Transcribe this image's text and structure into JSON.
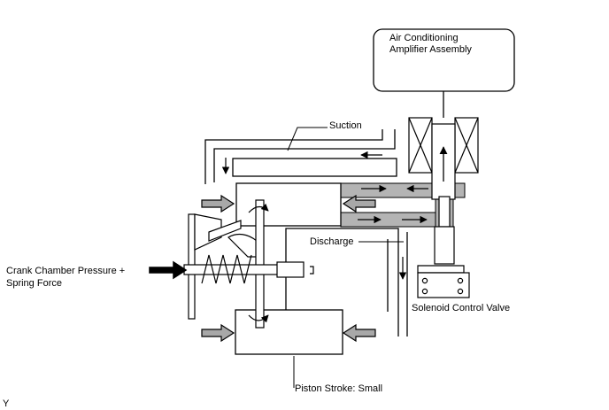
{
  "labels": {
    "amplifier_line1": "Air Conditioning",
    "amplifier_line2": "Amplifier Assembly",
    "suction": "Suction",
    "discharge": "Discharge",
    "crank_line1": "Crank Chamber Pressure +",
    "crank_line2": "Spring Force",
    "solenoid": "Solenoid Control Valve",
    "piston_stroke": "Piston Stroke: Small",
    "corner_mark": "Y"
  },
  "colors": {
    "line": "#000000",
    "gas_fill": "#b4b4b4",
    "arrow_fill": "#a8a8a8",
    "background": "#ffffff"
  }
}
